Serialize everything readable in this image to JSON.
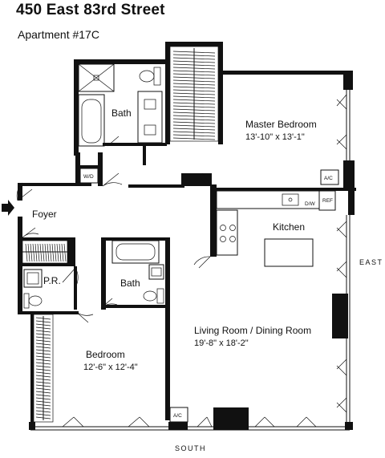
{
  "header": {
    "address": "450 East 83rd Street",
    "apartment": "Apartment #17C"
  },
  "rooms": {
    "master_bath": {
      "name": "Bath"
    },
    "master_bedroom": {
      "name": "Master Bedroom",
      "dims": "13'-10\" x 13'-1\""
    },
    "foyer": {
      "name": "Foyer"
    },
    "kitchen": {
      "name": "Kitchen"
    },
    "powder_room": {
      "name": "P.R."
    },
    "second_bath": {
      "name": "Bath"
    },
    "living_dining": {
      "name": "Living Room / Dining Room",
      "dims": "19'-8\" x 18'-2\""
    },
    "bedroom": {
      "name": "Bedroom",
      "dims": "12'-6\" x 12'-4\""
    }
  },
  "fixtures": {
    "washer_dryer": "W/D",
    "ac_master": "A/C",
    "ac_living": "A/C",
    "dishwasher": "D/W",
    "refrigerator": "REF"
  },
  "compass": {
    "east": "EAST",
    "south": "SOUTH"
  }
}
